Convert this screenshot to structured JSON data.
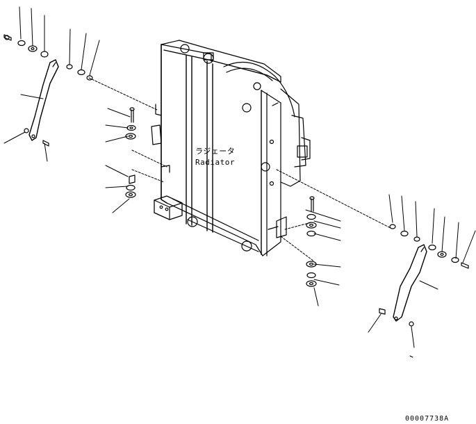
{
  "diagram": {
    "component_label_jp": "ラジェータ",
    "component_label_en": "Radiator",
    "drawing_code": "00007738A"
  },
  "colors": {
    "line": "#000000",
    "background": "#ffffff"
  }
}
